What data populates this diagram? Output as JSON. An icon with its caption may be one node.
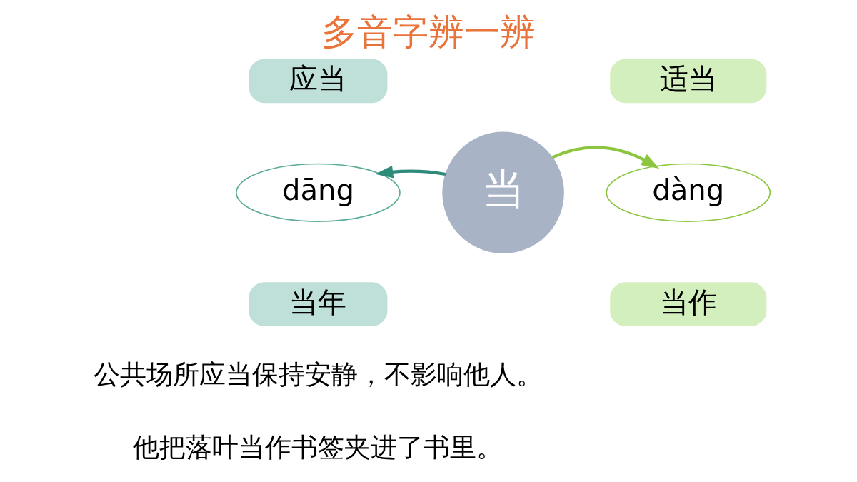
{
  "diagram": {
    "title": "多音字辨一辨",
    "nodes": [
      {
        "text": [
          "应当"
        ]
      },
      {
        "text": [
          "当年"
        ]
      },
      {
        "text": [
          "dāng"
        ]
      },
      {
        "text": [
          "当"
        ]
      },
      {
        "text": [
          "dàng"
        ]
      },
      {
        "text": [
          "适当"
        ]
      },
      {
        "text": [
          "当作"
        ]
      }
    ],
    "edges": [
      {
        "from": 3,
        "to": 2,
        "arrow": "to",
        "color": "#2e8b7a"
      },
      {
        "from": 3,
        "to": 4,
        "arrow": "to",
        "color": "#8cc63f"
      }
    ],
    "labels": [
      "公共场所应当保持安静，不影响他人。",
      "他把落叶当作书签夹进了书里。"
    ]
  }
}
